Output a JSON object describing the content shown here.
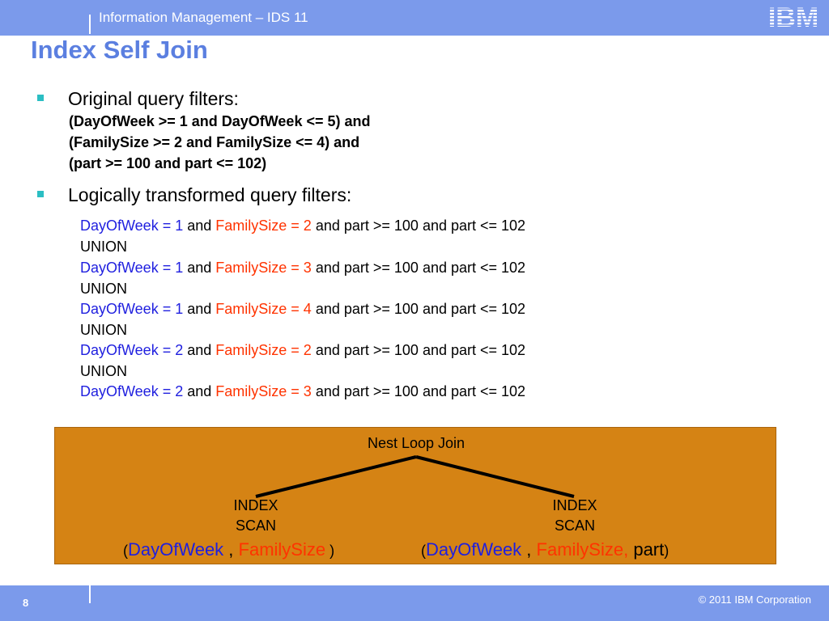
{
  "header": {
    "title": "Information Management – IDS 11",
    "logo_text": "IBM"
  },
  "slide": {
    "title": "Index Self Join",
    "bullets": [
      {
        "text": "Original query filters:",
        "lines": [
          "(DayOfWeek >= 1 and DayOfWeek <= 5) and",
          "(FamilySize >= 2 and FamilySize <= 4) and",
          "(part >= 100 and part <= 102)"
        ]
      },
      {
        "text": "Logically transformed query filters:",
        "rows": [
          {
            "dow": "DayOfWeek = 1",
            "and1": " and ",
            "fs": "FamilySize = 2",
            "rest": " and part >= 100 and part <= 102"
          },
          {
            "union": "UNION"
          },
          {
            "dow": "DayOfWeek = 1",
            "and1": " and ",
            "fs": "FamilySize = 3",
            "rest": " and part >= 100 and part <= 102"
          },
          {
            "union": "UNION"
          },
          {
            "dow": "DayOfWeek = 1",
            "and1": " and ",
            "fs": "FamilySize = 4",
            "rest": " and part >= 100 and part <= 102"
          },
          {
            "union": "UNION"
          },
          {
            "dow": "DayOfWeek = 2",
            "and1": " and ",
            "fs": "FamilySize = 2",
            "rest": " and part >= 100 and part <= 102"
          },
          {
            "union": "UNION"
          },
          {
            "dow": "DayOfWeek = 2",
            "and1": " and ",
            "fs": "FamilySize = 3",
            "rest": " and part >= 100 and part <= 102"
          }
        ]
      }
    ]
  },
  "diagram": {
    "root": "Nest Loop Join",
    "left": {
      "label_top": "INDEX",
      "label_bottom": "SCAN",
      "open": "(",
      "key1": "DayOfWeek",
      "sep": " , ",
      "key2": "FamilySize",
      "close": " )"
    },
    "right": {
      "label_top": "INDEX",
      "label_bottom": "SCAN",
      "open": "(",
      "key1": "DayOfWeek",
      "sep": " , ",
      "key2": "FamilySize,",
      "key3": " part",
      "close": ")"
    }
  },
  "footer": {
    "page_number": "8",
    "copyright": "© 2011 IBM Corporation"
  },
  "colors": {
    "bar": "#7b9aeb",
    "title": "#5b7fe0",
    "bullet": "#2bbec3",
    "blue_text": "#1f1fdf",
    "orange_text": "#ff3300",
    "diagram_bg": "#d58314"
  }
}
